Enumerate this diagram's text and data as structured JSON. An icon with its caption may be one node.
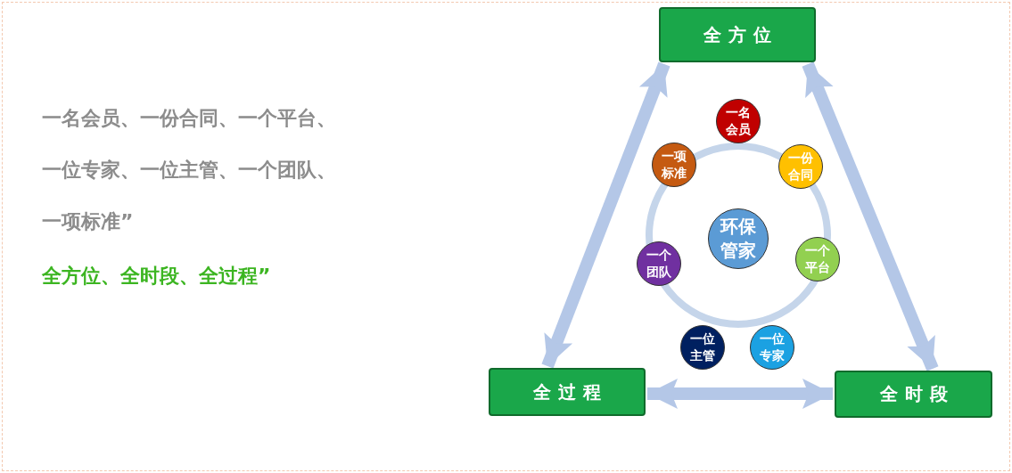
{
  "diagram": {
    "nodes": [
      {
        "text": [
          "全方位"
        ]
      },
      {
        "text": [
          "一名会员"
        ]
      },
      {
        "text": [
          "一项标准"
        ]
      },
      {
        "text": [
          "一份合同"
        ]
      },
      {
        "text": [
          "环保管家"
        ]
      },
      {
        "text": [
          "一个团队"
        ]
      },
      {
        "text": [
          "一个平台"
        ]
      },
      {
        "text": [
          "一位主管"
        ]
      },
      {
        "text": [
          "一位专家"
        ]
      },
      {
        "text": [
          "全过程"
        ]
      },
      {
        "text": [
          "全时段"
        ]
      }
    ],
    "edges": [
      {
        "from": 0,
        "to": 9,
        "arrow": "both"
      },
      {
        "from": 0,
        "to": 10,
        "arrow": "both"
      },
      {
        "from": 9,
        "to": 10,
        "arrow": "both"
      }
    ],
    "labels": [
      "一名会员、一份合同、一个平台、一位专家、一位主管、一个团队、一项标准”",
      "全方位、全时段、全过程”"
    ]
  }
}
